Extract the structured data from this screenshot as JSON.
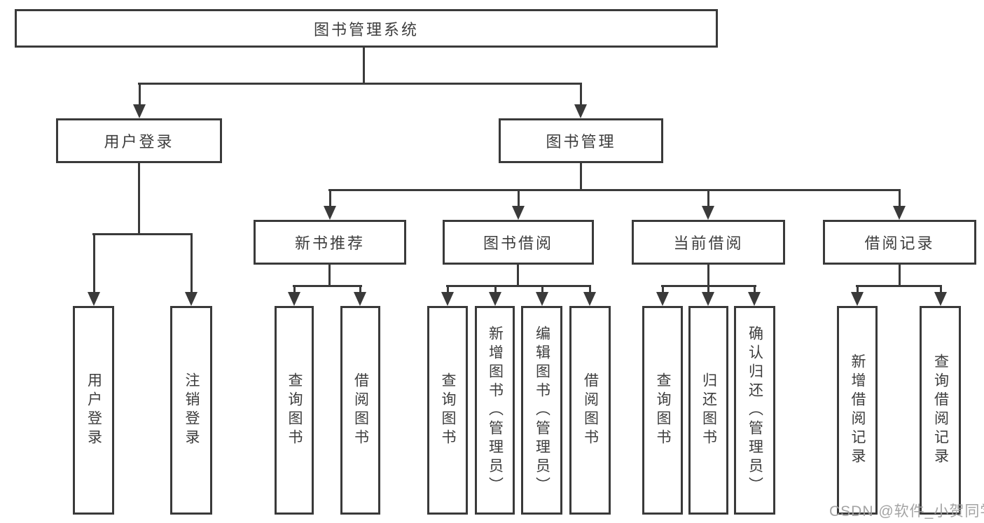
{
  "diagram_type": "hierarchy",
  "colors": {
    "line": "#3a3a3a",
    "text": "#3d3d3d",
    "background": "#ffffff",
    "watermark": "#9e9e9e"
  },
  "tree": {
    "label": "图书管理系统",
    "children": [
      {
        "label": "用户登录",
        "children": [
          {
            "label": "用户登录"
          },
          {
            "label": "注销登录"
          }
        ]
      },
      {
        "label": "图书管理",
        "children": [
          {
            "label": "新书推荐",
            "children": [
              {
                "label": "查询图书"
              },
              {
                "label": "借阅图书"
              }
            ]
          },
          {
            "label": "图书借阅",
            "children": [
              {
                "label": "查询图书"
              },
              {
                "label": "新增图书（管理员）"
              },
              {
                "label": "编辑图书（管理员）"
              },
              {
                "label": "借阅图书"
              }
            ]
          },
          {
            "label": "当前借阅",
            "children": [
              {
                "label": "查询图书"
              },
              {
                "label": "归还图书"
              },
              {
                "label": "确认归还（管理员）"
              }
            ]
          },
          {
            "label": "借阅记录",
            "children": [
              {
                "label": "新增借阅记录"
              },
              {
                "label": "查询借阅记录"
              }
            ]
          }
        ]
      }
    ]
  },
  "watermark": {
    "text": "CSDN @软件_小贺同学"
  }
}
